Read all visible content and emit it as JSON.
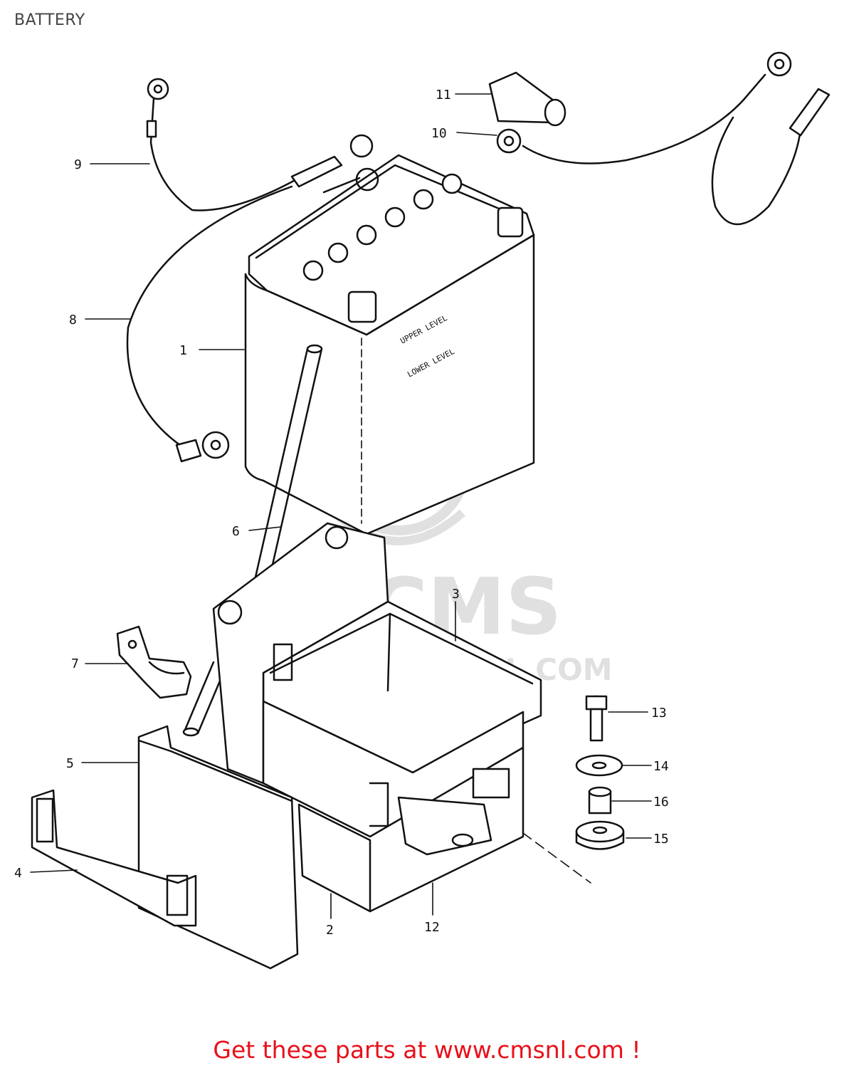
{
  "title": "BATTERY",
  "footer": {
    "text": "Get these parts at www.cmsnl.com !",
    "color": "#e8101a"
  },
  "watermark": {
    "brand": "CMS",
    "url": "WWW.CMSNL.COM",
    "color": "#c7c7c7"
  },
  "callouts": [
    {
      "id": "1",
      "label": "1"
    },
    {
      "id": "2",
      "label": "2"
    },
    {
      "id": "3",
      "label": "3"
    },
    {
      "id": "4",
      "label": "4"
    },
    {
      "id": "5",
      "label": "5"
    },
    {
      "id": "6",
      "label": "6"
    },
    {
      "id": "7",
      "label": "7"
    },
    {
      "id": "8",
      "label": "8"
    },
    {
      "id": "9",
      "label": "9"
    },
    {
      "id": "10",
      "label": "10"
    },
    {
      "id": "11",
      "label": "11"
    },
    {
      "id": "12",
      "label": "12"
    },
    {
      "id": "13",
      "label": "13"
    },
    {
      "id": "14",
      "label": "14"
    },
    {
      "id": "15",
      "label": "15"
    },
    {
      "id": "16",
      "label": "16"
    }
  ],
  "battery_labels": {
    "upper": "UPPER LEVEL",
    "lower": "LOWER LEVEL"
  }
}
